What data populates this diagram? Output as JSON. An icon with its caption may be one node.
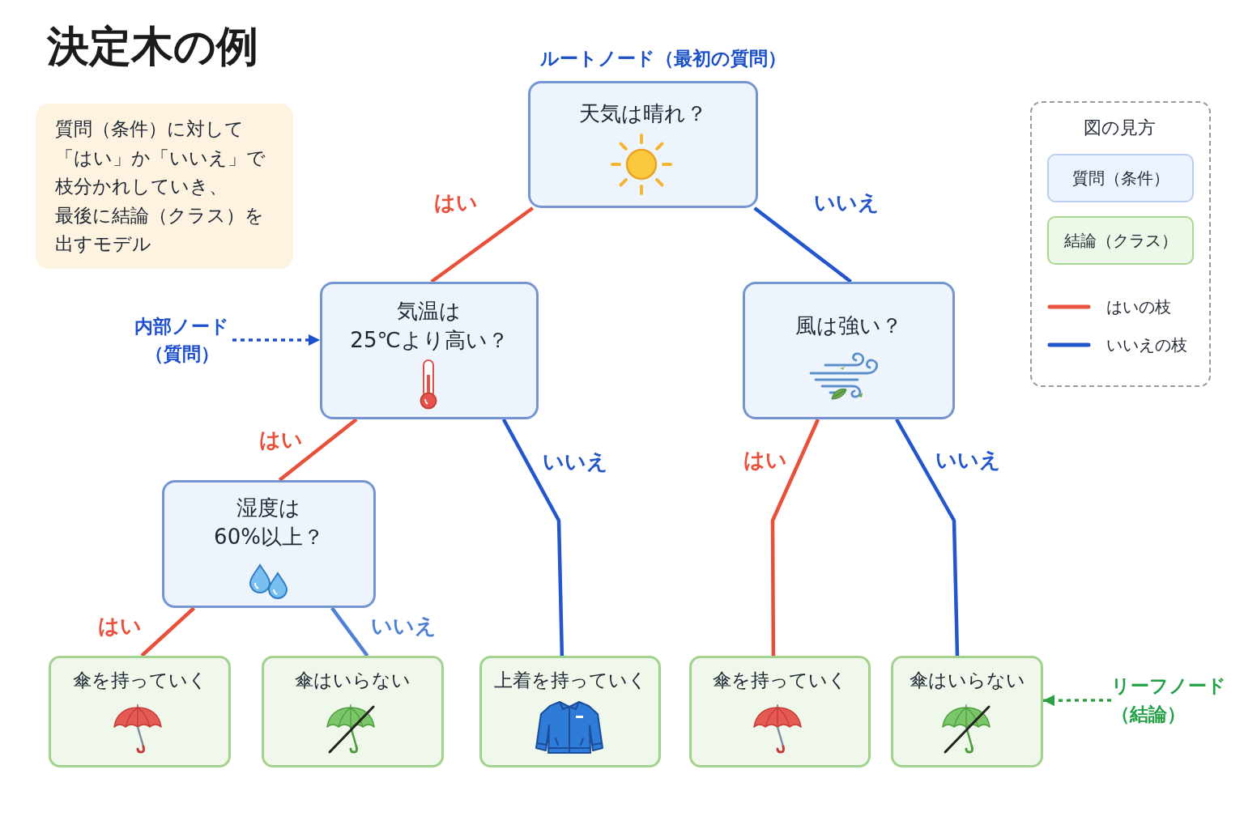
{
  "diagram": {
    "title": "決定木の例",
    "nodes": [
      {
        "text": [
          "質問（条件）に対して「はい」か「いいえ」で枝分かれしていき、最後に結論（クラス）を出すモデル"
        ]
      },
      {
        "text": [
          "天気は晴れ？"
        ],
        "beside": [
          "ルートノード（最初の質問）"
        ]
      },
      {
        "text": [
          "気温は25℃より高い？"
        ]
      },
      {
        "text": [
          "風は強い？"
        ]
      },
      {
        "text": [
          "湿度は60%以上？"
        ]
      },
      {
        "text": [
          "傘を持っていく"
        ]
      },
      {
        "text": [
          "傘はいらない"
        ]
      },
      {
        "text": [
          "上着を持っていく"
        ]
      },
      {
        "text": [
          "傘を持っていく"
        ]
      },
      {
        "text": [
          "傘はいらない"
        ]
      },
      {
        "text": [
          "内部ノード（質問）"
        ]
      },
      {
        "text": [
          "リーフノード（結論）"
        ]
      }
    ],
    "edges": [
      {
        "from": 1,
        "to": 2,
        "arrow": "none",
        "label": "はい",
        "color": "#e8503a"
      },
      {
        "from": 1,
        "to": 3,
        "arrow": "none",
        "label": "いいえ",
        "color": "#2356cc"
      },
      {
        "from": 2,
        "to": 4,
        "arrow": "none",
        "label": "はい",
        "color": "#e8503a"
      },
      {
        "from": 2,
        "to": 7,
        "arrow": "none",
        "label": "いいえ",
        "color": "#2356cc"
      },
      {
        "from": 3,
        "to": 8,
        "arrow": "none",
        "label": "はい",
        "color": "#e8503a"
      },
      {
        "from": 3,
        "to": 9,
        "arrow": "none",
        "label": "いいえ",
        "color": "#2356cc"
      },
      {
        "from": 4,
        "to": 5,
        "arrow": "none",
        "label": "はい",
        "color": "#e8503a"
      },
      {
        "from": 4,
        "to": 6,
        "arrow": "none",
        "label": "いいえ",
        "color": "#4f80d6"
      },
      {
        "from": 10,
        "to": 2,
        "arrow": "to",
        "style": "dashed",
        "color": "#1a4fd0"
      },
      {
        "from": 11,
        "to": 9,
        "arrow": "to",
        "style": "dashed",
        "color": "#2ea043"
      }
    ],
    "labels": [
      "図の見方"
    ],
    "legend": [
      {
        "text": "質問（条件）",
        "color": "#edf3fc"
      },
      {
        "text": "結論（クラス）",
        "color": "#eef8e8"
      },
      {
        "text": "はいの枝"
      },
      {
        "text": "いいえの枝"
      }
    ]
  }
}
